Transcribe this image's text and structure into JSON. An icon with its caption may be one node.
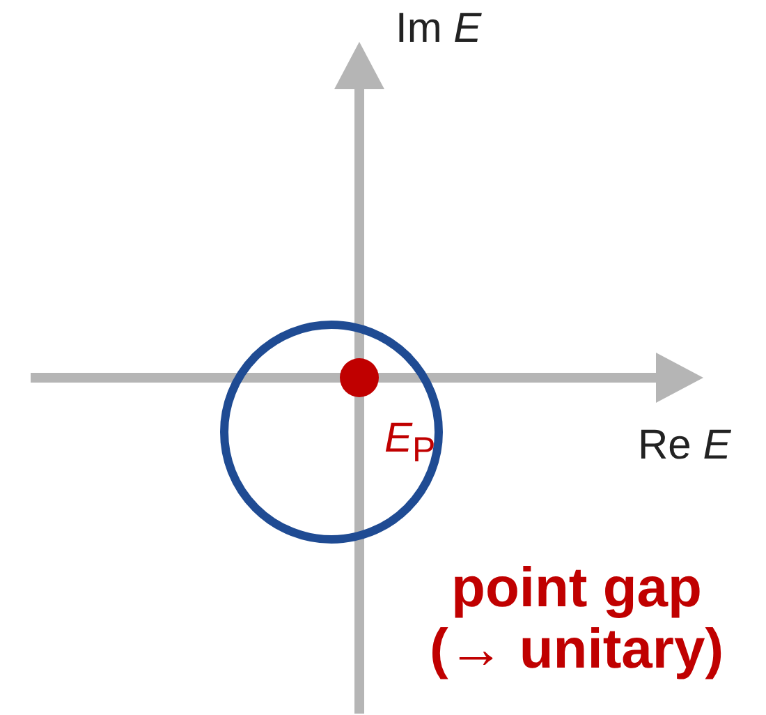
{
  "diagram": {
    "labels": [
      "Im *E*",
      "*E*$_{P}$",
      "Re *E*",
      "point gap (→ unitary)"
    ]
  }
}
